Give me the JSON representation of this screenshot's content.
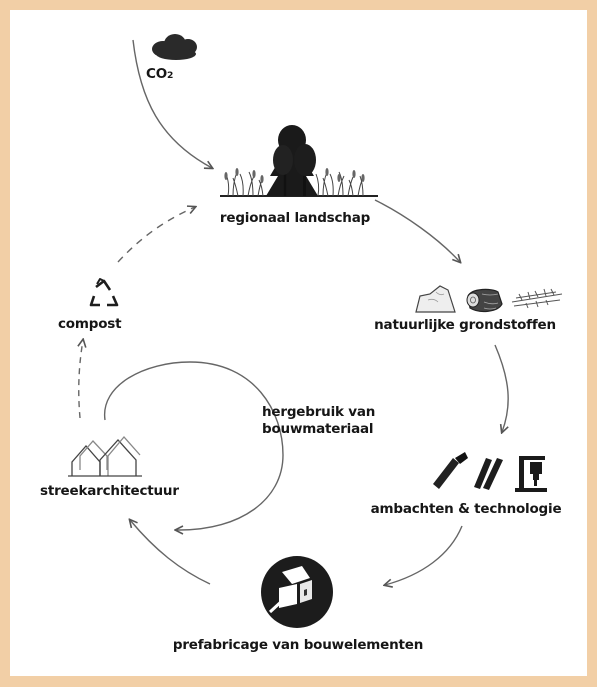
{
  "colors": {
    "border": "#f2cfa6",
    "background": "#ffffff",
    "ink": "#161616",
    "arrow": "#555555"
  },
  "nodes": {
    "co2": {
      "label": "CO",
      "subscript": "2",
      "icon": "cloud-icon"
    },
    "regional_landscape": {
      "label": "regionaal landschap",
      "icon": "trees-and-grass-icon"
    },
    "raw_materials": {
      "label": "natuurlijke grondstoffen",
      "icons": [
        "clay-mound-icon",
        "log-icon",
        "reed-icon"
      ]
    },
    "crafts_technology": {
      "label": "ambachten & technologie",
      "icons": [
        "saw-icon",
        "folding-rule-icon",
        "drill-press-icon"
      ]
    },
    "prefab": {
      "label": "prefabricage van bouwelementen",
      "icon": "prefab-house-badge-icon"
    },
    "regional_architecture": {
      "label": "streekarchitectuur",
      "icon": "houses-icon"
    },
    "compost": {
      "label": "compost",
      "icon": "recycle-icon"
    },
    "reuse_loop": {
      "label_line1": "hergebruik van",
      "label_line2": "bouwmateriaal"
    }
  }
}
